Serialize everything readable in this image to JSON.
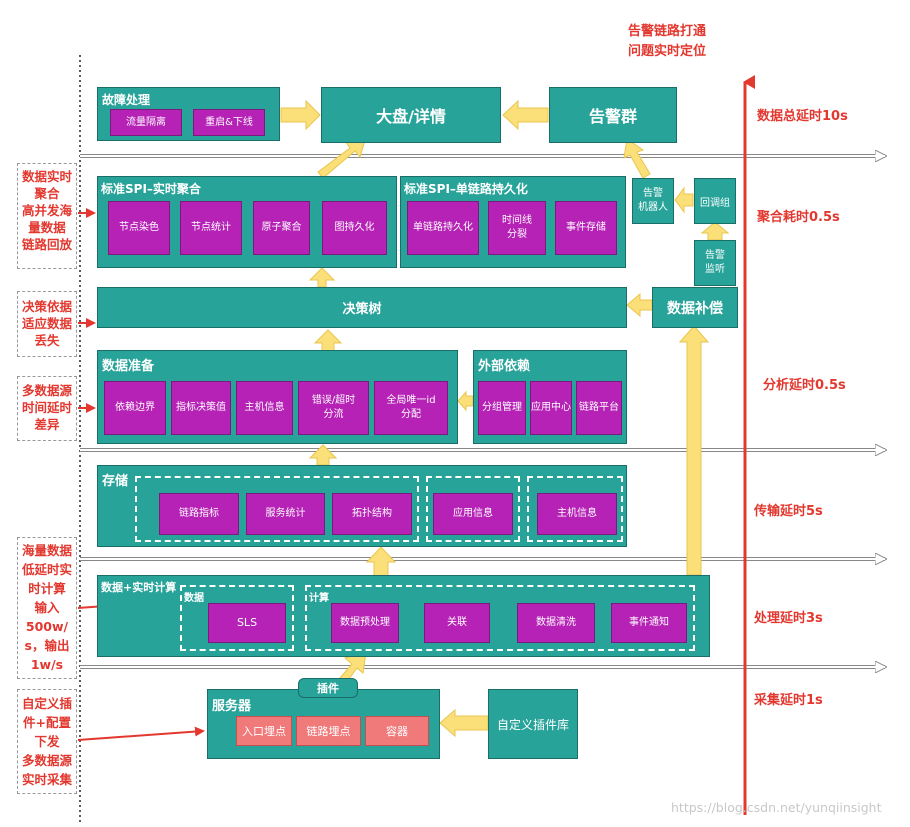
{
  "top_note": [
    "告警链路打通",
    "问题实时定位"
  ],
  "watermark": "https://blog.csdn.net/yunqiinsight",
  "latency": {
    "total": "数据总延时10s",
    "aggregate": "聚合耗时0.5s",
    "analysis": "分析延时0.5s",
    "transfer": "传输延时5s",
    "process": "处理延时3s",
    "collect": "采集延时1s"
  },
  "notes": [
    [
      "数据实时",
      "聚合",
      "高并发海",
      "量数据",
      "链路回放"
    ],
    [
      "决策依据",
      "适应数据",
      "丢失"
    ],
    [
      "多数据源",
      "时间延时",
      "差异"
    ],
    [
      "海量数据",
      "低延时实",
      "时计算",
      "输入",
      "500w/",
      "s，输出",
      "1w/s"
    ],
    [
      "自定义插",
      "件+配置",
      "下发",
      "多数据源",
      "实时采集"
    ]
  ],
  "fault": {
    "title": "故障处理",
    "items": [
      "流量隔离",
      "重启&下线"
    ]
  },
  "dashboard": "大盘/详情",
  "alarm_group": "告警群",
  "spi_agg": {
    "title": "标准SPI–实时聚合",
    "items": [
      "节点染色",
      "节点统计",
      "原子聚合",
      "图持久化"
    ]
  },
  "spi_single": {
    "title": "标准SPI–单链路持久化",
    "items": [
      "单链路持久化",
      "时间线\n分裂",
      "事件存储"
    ]
  },
  "alarm_robot": "告警\n机器人",
  "callback_group": "回调组",
  "alarm_monitor": "告警\n监听",
  "decision_tree": "决策树",
  "data_compensation": "数据补偿",
  "data_prep": {
    "title": "数据准备",
    "items": [
      "依赖边界",
      "指标决策值",
      "主机信息",
      "错误/超时\n分流",
      "全局唯一id\n分配"
    ]
  },
  "external": {
    "title": "外部依赖",
    "items": [
      "分组管理",
      "应用中心",
      "链路平台"
    ]
  },
  "storage": {
    "title": "存储",
    "items": [
      "链路指标",
      "服务统计",
      "拓扑结构",
      "应用信息",
      "主机信息"
    ]
  },
  "compute": {
    "title": "数据+实时计算",
    "data_label": "数据",
    "calc_label": "计算",
    "sls": "SLS",
    "steps": [
      "数据预处理",
      "关联",
      "数据清洗",
      "事件通知"
    ]
  },
  "plugin": "插件",
  "server": {
    "title": "服务器",
    "items": [
      "入口埋点",
      "链路埋点",
      "容器"
    ]
  },
  "custom_plugin_lib": "自定义插件库"
}
